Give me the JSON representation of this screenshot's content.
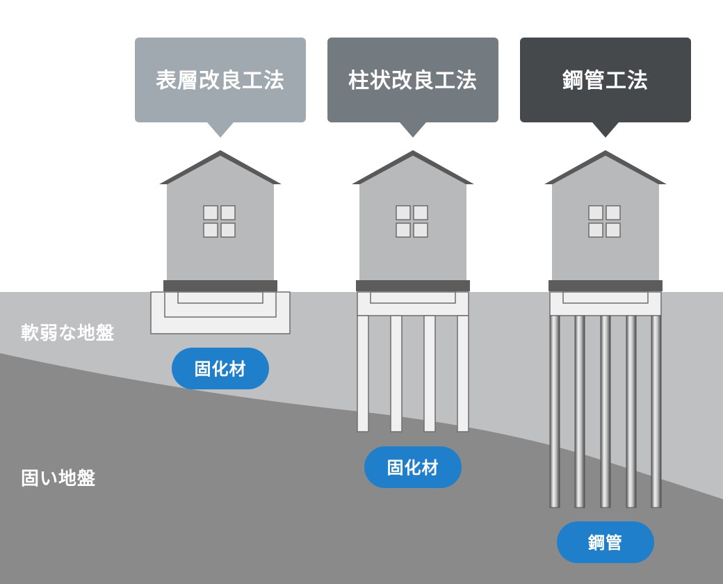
{
  "layers": {
    "soft": "軟弱な地盤",
    "hard": "固い地盤"
  },
  "methods": [
    {
      "title": "表層改良工法",
      "material": "固化材"
    },
    {
      "title": "柱状改良工法",
      "material": "固化材"
    },
    {
      "title": "鋼管工法",
      "material": "鋼管"
    }
  ],
  "colors": {
    "soft_ground": "#bfc0c2",
    "hard_ground": "#8a8a8a",
    "callout_1": "#a0a9b0",
    "callout_2": "#747b80",
    "callout_3": "#45494c",
    "pill": "#1f7fcb",
    "house_wall": "#b8b9bb",
    "roof": "#595959",
    "foundation": "#5c5c5c"
  }
}
